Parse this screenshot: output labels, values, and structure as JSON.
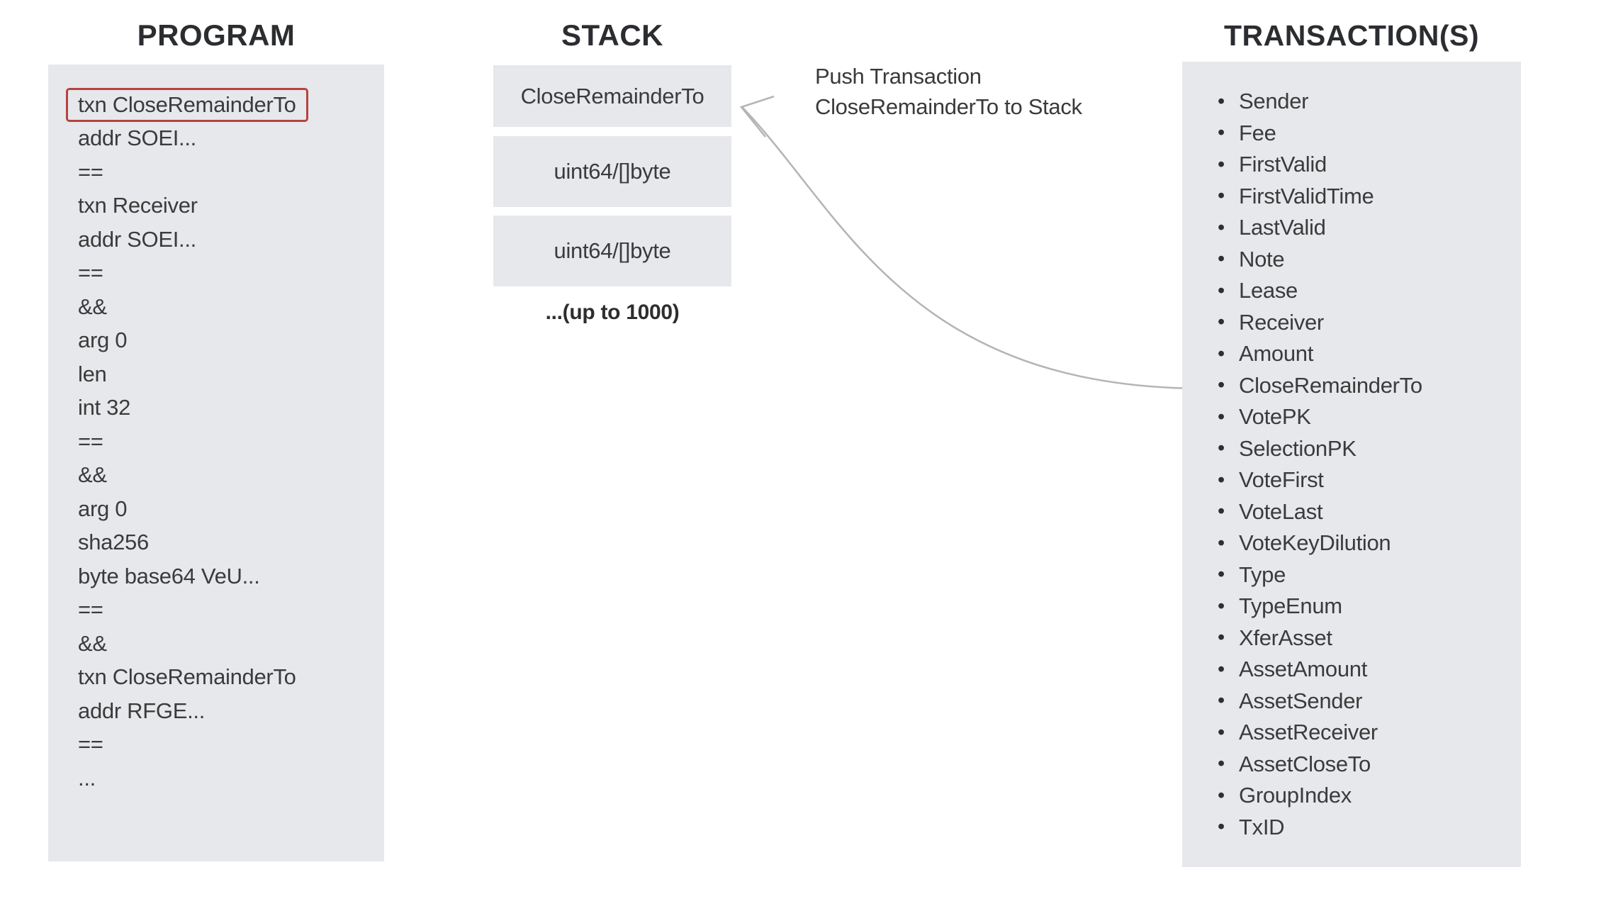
{
  "titles": {
    "program": "PROGRAM",
    "stack": "STACK",
    "transactions": "TRANSACTION(S)"
  },
  "program": {
    "lines": [
      "txn CloseRemainderTo",
      "addr SOEI...",
      "==",
      "txn Receiver",
      "addr SOEI...",
      "==",
      "&&",
      "arg 0",
      "len",
      "int 32",
      "==",
      "&&",
      "arg 0",
      "sha256",
      "byte base64 VeU...",
      "==",
      "&&",
      "txn CloseRemainderTo",
      "addr RFGE...",
      "==",
      "..."
    ],
    "highlight_index": 0
  },
  "stack": {
    "slots": [
      "CloseRemainderTo",
      "uint64/[]byte",
      "uint64/[]byte"
    ],
    "caption": "...(up to 1000)"
  },
  "annotation": {
    "line1": "Push Transaction",
    "line2": "CloseRemainderTo to Stack"
  },
  "transactions": {
    "bullet": "•",
    "fields": [
      "Sender",
      "Fee",
      "FirstValid",
      "FirstValidTime",
      "LastValid",
      "Note",
      "Lease",
      "Receiver",
      "Amount",
      "CloseRemainderTo",
      "VotePK",
      "SelectionPK",
      "VoteFirst",
      "VoteLast",
      "VoteKeyDilution",
      "Type",
      "TypeEnum",
      "XferAsset",
      "AssetAmount",
      "AssetSender",
      "AssetReceiver",
      "AssetCloseTo",
      "GroupIndex",
      "TxID"
    ]
  },
  "colors": {
    "box_bg": "#e6e8eb",
    "highlight_red": "#b5433f",
    "arrow_gray": "#b4b4b4",
    "text": "#3b3b3b",
    "title": "#2b2d30"
  }
}
